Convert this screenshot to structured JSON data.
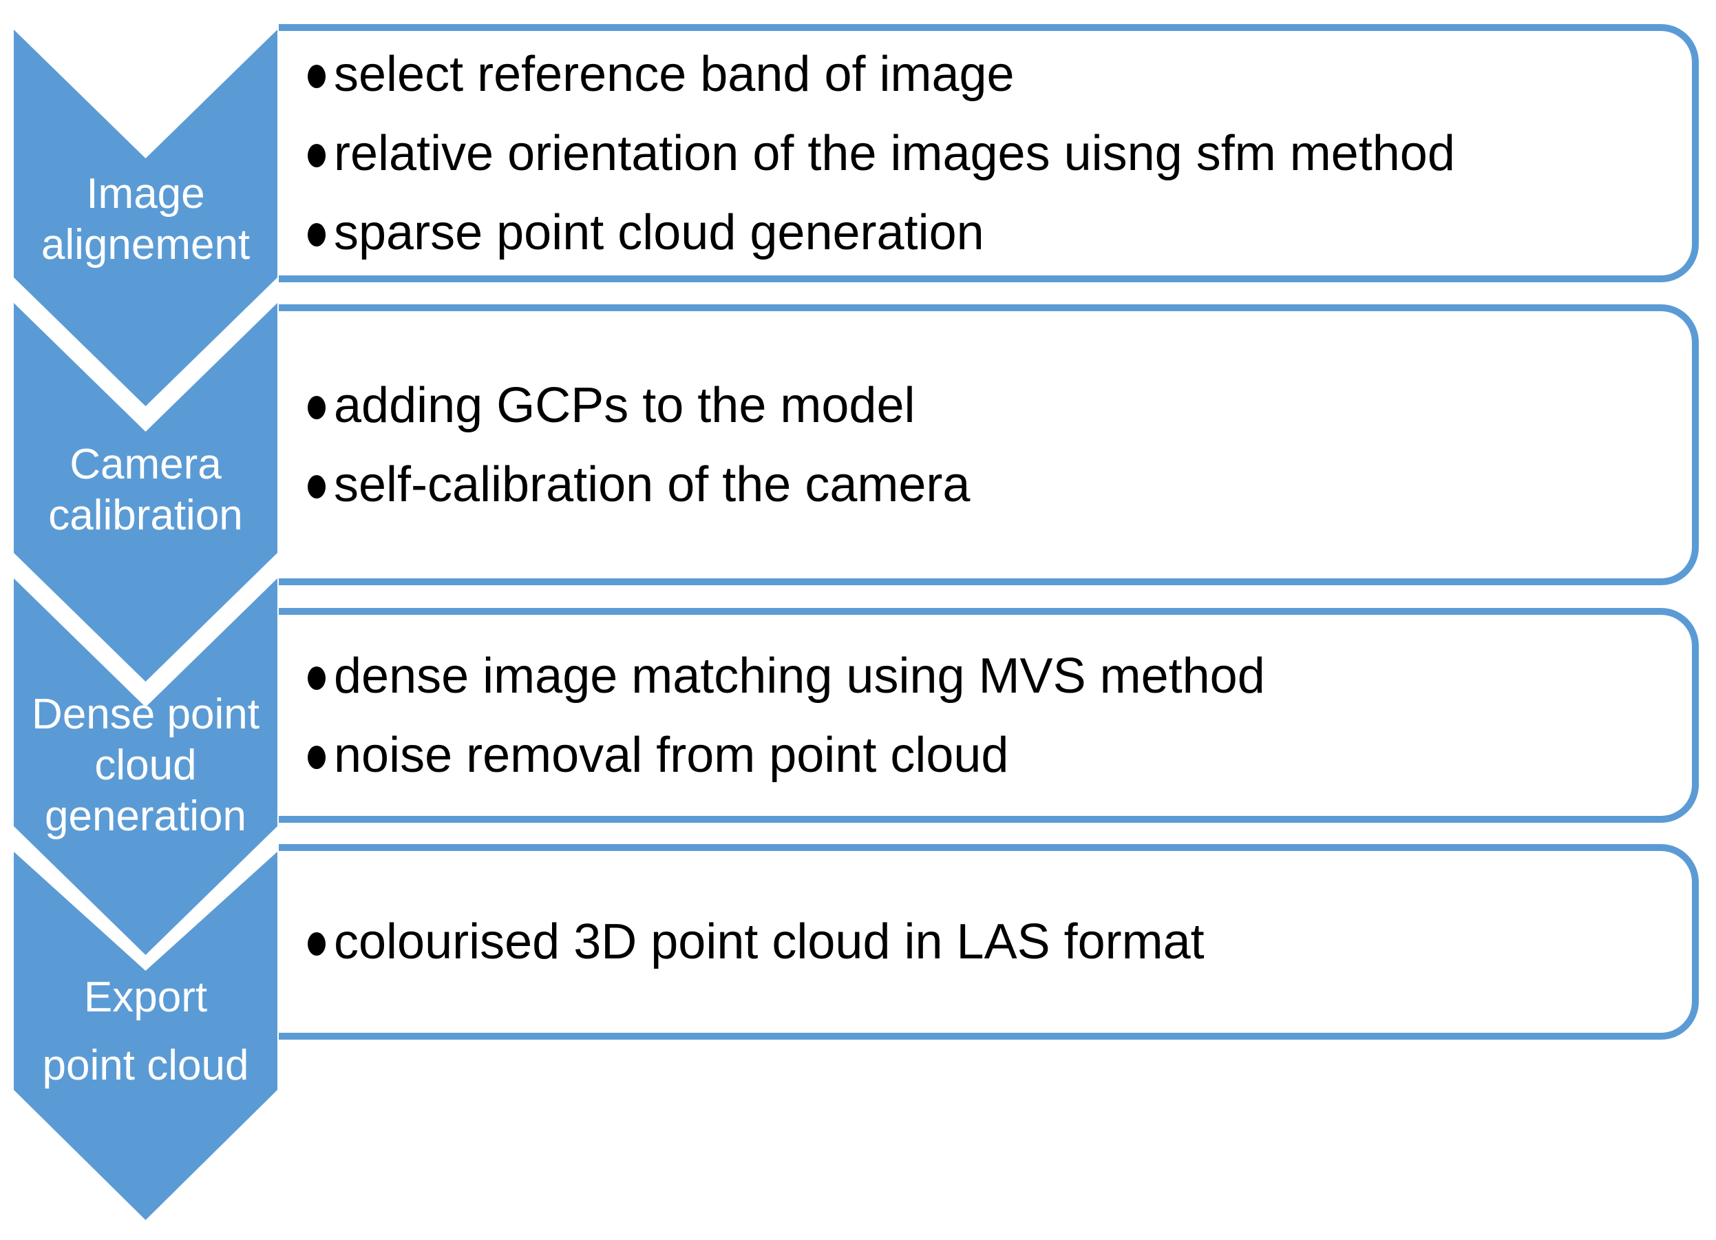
{
  "diagram_type": "vertical-chevron-process-list",
  "colors": {
    "accent": "#5B9BD5",
    "label_text": "#FFFFFF",
    "bullet_text": "#000000",
    "background": "#FFFFFF"
  },
  "bullet_marker": "•",
  "steps": [
    {
      "label": "Image alignement",
      "label_lines": [
        "Image",
        "alignement"
      ],
      "bullets": [
        "select reference band of image",
        "relative orientation of the images uisng sfm method",
        "sparse point cloud generation"
      ]
    },
    {
      "label": "Camera calibration",
      "label_lines": [
        "Camera",
        "calibration"
      ],
      "bullets": [
        "adding GCPs to the model",
        "self-calibration of the camera"
      ]
    },
    {
      "label": "Dense point cloud generation",
      "label_lines": [
        "Dense point",
        "cloud",
        "generation"
      ],
      "bullets": [
        "dense image matching using MVS method",
        "noise removal from point cloud"
      ]
    },
    {
      "label": "Export point cloud",
      "label_lines": [
        "Export",
        "point cloud"
      ],
      "bullets": [
        "colourised 3D point cloud in LAS format"
      ]
    }
  ]
}
